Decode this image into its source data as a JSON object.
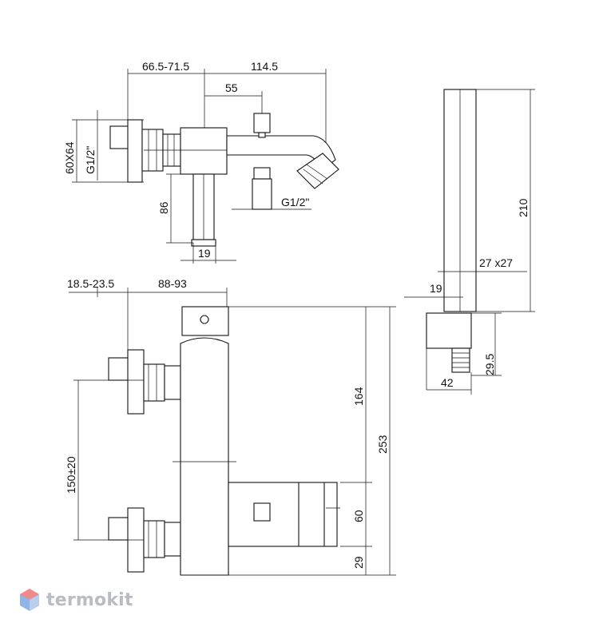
{
  "dimensions": {
    "top_wall_offset": "66.5-71.5",
    "spout_length": "114.5",
    "spout_to_diverter": "55",
    "flange_size": "60X64",
    "inlet_thread": "G1/2\"",
    "outlet_thread": "G1/2\"",
    "handle_height": "86",
    "handle_width": "19",
    "front_wall_offset": "18.5-23.5",
    "front_depth": "88-93",
    "inlet_spacing": "150±20",
    "body_height": "253",
    "upper_height": "164",
    "lever_height": "60",
    "lower_height": "29",
    "holder_height": "210",
    "holder_section": "27 x27",
    "holder_thickness": "19",
    "bracket_height": "29.5",
    "bracket_depth": "42"
  },
  "watermark": {
    "text": "termokit",
    "colors": [
      "#f08a8a",
      "#8fb4e8"
    ]
  }
}
